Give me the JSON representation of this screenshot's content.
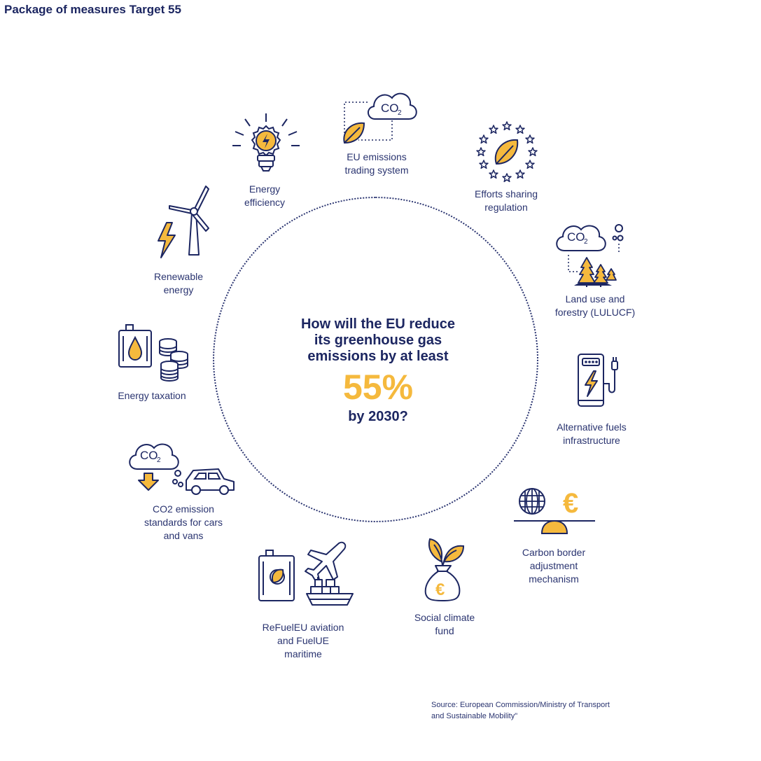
{
  "title": "Package of measures Target 55",
  "center": {
    "question_line1": "How will the EU reduce",
    "question_line2": "its greenhouse gas",
    "question_line3": "emissions by at least",
    "percent": "55%",
    "year": "by 2030?"
  },
  "co2_text": "CO",
  "co2_sub": "2",
  "euro_symbol": "€",
  "measures": {
    "ets": {
      "line1": "EU emissions",
      "line2": "trading system",
      "icon": "co2-cloud-leaf-icon"
    },
    "energy_efficiency": {
      "line1": "Energy",
      "line2": "efficiency",
      "icon": "lightbulb-icon"
    },
    "effort_sharing": {
      "line1": "Efforts sharing",
      "line2": "regulation",
      "icon": "eu-stars-leaf-icon"
    },
    "renewable": {
      "line1": "Renewable",
      "line2": "energy",
      "icon": "wind-turbine-icon"
    },
    "lulucf": {
      "line1": "Land use and",
      "line2": "forestry (LULUCF)",
      "icon": "co2-forest-icon"
    },
    "taxation": {
      "line1": "Energy taxation",
      "icon": "fuel-coins-icon"
    },
    "alt_fuels": {
      "line1": "Alternative fuels",
      "line2": "infrastructure",
      "icon": "charging-station-icon"
    },
    "co2_cars": {
      "line1": "CO2 emission",
      "line2": "standards for cars",
      "line3": "and vans",
      "icon": "co2-car-icon"
    },
    "cbam": {
      "line1": "Carbon border",
      "line2": "adjustment",
      "line3": "mechanism",
      "icon": "globe-euro-balance-icon"
    },
    "refuel": {
      "line1": "ReFuelEU aviation",
      "line2": "and FuelUE",
      "line3": "maritime",
      "icon": "plane-ship-fuel-icon"
    },
    "social_fund": {
      "line1": "Social climate",
      "line2": "fund",
      "icon": "euro-bag-sprout-icon"
    }
  },
  "source_line1": "Source: European Commission/Ministry of Transport",
  "source_line2": "and Sustainable Mobility\"",
  "colors": {
    "navy": "#1c2661",
    "yellow": "#f5b93d",
    "white": "#ffffff"
  }
}
